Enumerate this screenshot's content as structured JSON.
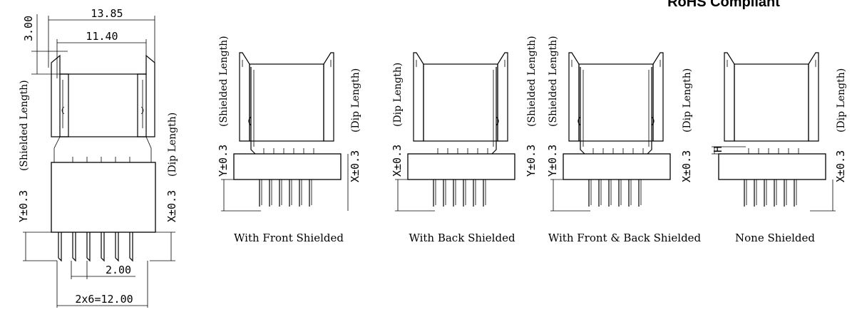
{
  "title": "RoHS Compliant",
  "dimensions": {
    "width_outer": "13.85",
    "width_inner": "11.40",
    "top_height": "3.00",
    "pitch": "2.00",
    "pin_span": "2x6=12.00"
  },
  "labels": {
    "shielded_length": "(Shielded Length)",
    "dip_length": "(Dip Length)",
    "y_tol": "Y±0.3",
    "x_tol": "X±0.3",
    "h": "H"
  },
  "captions": {
    "front": "With Front Shielded",
    "back": "With Back Shielded",
    "front_back": "With Front & Back Shielded",
    "none": "None Shielded"
  },
  "colors": {
    "line": "#000000",
    "background": "#ffffff"
  }
}
